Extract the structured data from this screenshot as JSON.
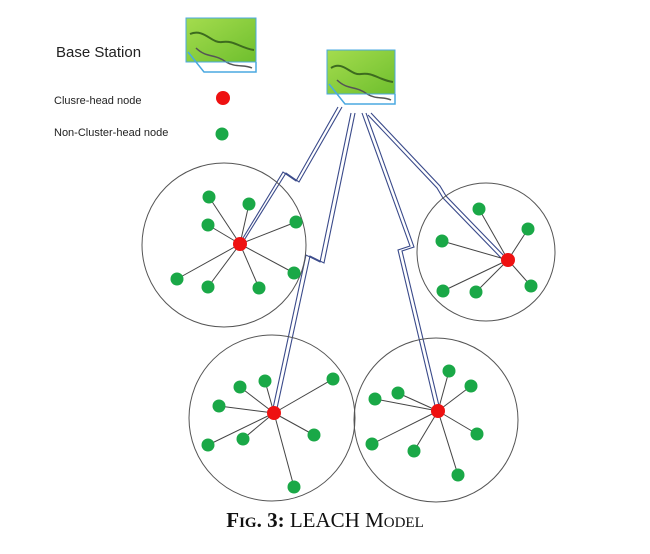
{
  "legend": {
    "base_station": "Base Station",
    "cluster_head": "Clusre-head node",
    "non_cluster_head": "Non-Cluster-head node"
  },
  "caption": {
    "fig_label": "Fig. 3:",
    "title": "LEACH Model"
  },
  "colors": {
    "cluster_head": "#ee1111",
    "member_node": "#1aa847",
    "link": "#444444",
    "wireless_link": "#3a4a8a",
    "station_top": "#8ccf3c",
    "station_edge": "#4aa8e0"
  },
  "clusters": [
    {
      "id": "cluster-1",
      "members": 8
    },
    {
      "id": "cluster-2",
      "members": 6
    },
    {
      "id": "cluster-3",
      "members": 8
    },
    {
      "id": "cluster-4",
      "members": 8
    }
  ]
}
